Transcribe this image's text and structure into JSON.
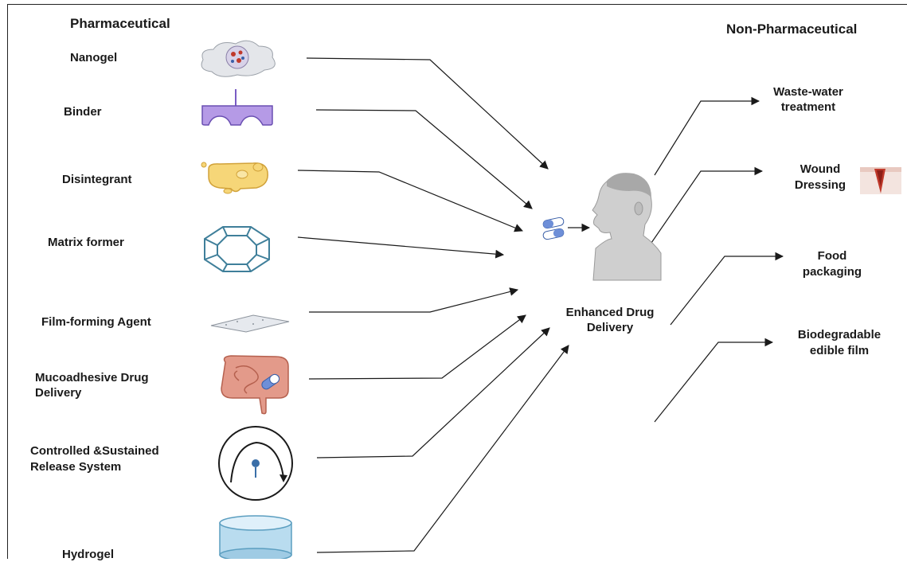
{
  "headings": {
    "left": "Pharmaceutical",
    "right": "Non-Pharmaceutical"
  },
  "pharmaceutical": [
    {
      "label": "Nanogel",
      "icon": "nanogel-icon"
    },
    {
      "label": "Binder",
      "icon": "binder-icon"
    },
    {
      "label": "Disintegrant",
      "icon": "disintegrant-icon"
    },
    {
      "label": "Matrix former",
      "icon": "matrix-former-icon"
    },
    {
      "label": "Film-forming Agent",
      "icon": "film-sheet-icon"
    },
    {
      "label_line1": "Mucoadhesive Drug",
      "label_line2": "Delivery",
      "icon": "intestine-icon"
    },
    {
      "label_line1": "Controlled &Sustained",
      "label_line2": "Release System",
      "icon": "release-curve-icon"
    },
    {
      "label": "Hydrogel",
      "icon": "hydrogel-cylinder-icon"
    }
  ],
  "center": {
    "line1": "Enhanced Drug",
    "line2": "Delivery",
    "icons": [
      "pills-icon",
      "human-head-icon"
    ]
  },
  "non_pharmaceutical": [
    {
      "line1": "Waste-water",
      "line2": "treatment"
    },
    {
      "line1": "Wound",
      "line2": "Dressing",
      "icon": "wound-icon"
    },
    {
      "line1": "Food",
      "line2": "packaging"
    },
    {
      "line1": "Biodegradable",
      "line2": "edible film"
    }
  ],
  "colors": {
    "binder": "#b59ae6",
    "disintegrant": "#f6d678",
    "matrix": "#3f7f9a",
    "intestine": "#e39a8a",
    "hydrogel": "#b9dcef",
    "pill_blue": "#6e8fd8",
    "skin": "#c8c8c8",
    "wound": "#c0392b"
  }
}
